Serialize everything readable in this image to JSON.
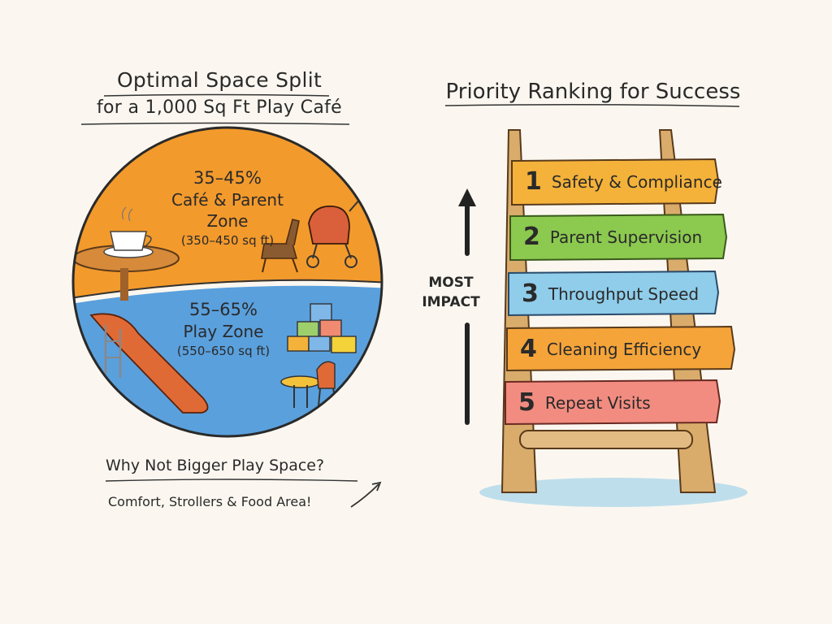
{
  "space_split": {
    "title_line1": "Optimal Space Split",
    "title_line2": "for a 1,000 Sq Ft Play Café",
    "cafe_zone": {
      "percent": "35–45%",
      "name": "Café & Parent Zone",
      "sqft": "(350–450 sq ft)",
      "color": "#f39a2c"
    },
    "play_zone": {
      "percent": "55–65%",
      "name": "Play Zone",
      "sqft": "(550–650 sq ft)",
      "color": "#5aa0dd"
    },
    "question": "Why Not Bigger Play Space?",
    "answer": "Comfort, Strollers & Food Area!",
    "icons": [
      "coffee-cup-icon",
      "cafe-table-icon",
      "chair-icon",
      "stroller-icon",
      "slide-icon",
      "toy-blocks-icon",
      "kids-table-icon"
    ]
  },
  "priority": {
    "title": "Priority Ranking for Success",
    "impact_line1": "MOST",
    "impact_line2": "IMPACT",
    "rungs": [
      {
        "num": "1",
        "label": "Safety & Compliance",
        "color": "#f4b23a"
      },
      {
        "num": "2",
        "label": "Parent Supervision",
        "color": "#8cc94f"
      },
      {
        "num": "3",
        "label": "Throughput Speed",
        "color": "#8fcdea"
      },
      {
        "num": "4",
        "label": "Cleaning Efficiency",
        "color": "#f5a43a"
      },
      {
        "num": "5",
        "label": "Repeat Visits",
        "color": "#f28c80"
      }
    ]
  }
}
